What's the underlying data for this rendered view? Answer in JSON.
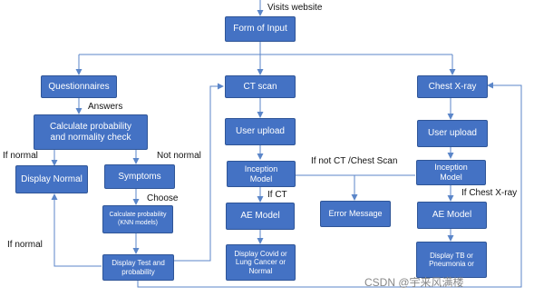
{
  "colors": {
    "box_fill": "#4472c4",
    "box_border": "#2f5597",
    "connector": "#5b86c9",
    "text": "#111111"
  },
  "boxes": {
    "form": "Form of Input",
    "questionnaires": "Questionnaires",
    "ct_scan": "CT scan",
    "chest_xray": "Chest X-ray",
    "calc_prob": "Calculate probability and normality check",
    "user_upload_ct": "User upload",
    "user_upload_xray": "User upload",
    "display_normal": "Display Normal",
    "symptoms": "Symptoms",
    "inception_ct": "Inception Model",
    "inception_xray": "Inception Model",
    "calc_knn": "Calculate probability (KNN models)",
    "ae_ct": "AE Model",
    "error_message": "Error Message",
    "ae_xray": "AE Model",
    "display_test": "Display Test and probability",
    "display_covid": "Display Covid or Lung Cancer or Normal",
    "display_tb": "Display TB or Pneumonia or"
  },
  "labels": {
    "visits": "Visits website",
    "answers": "Answers",
    "if_normal_top": "If normal",
    "not_normal": "Not normal",
    "choose": "Choose",
    "if_not_ct": "If not CT /Chest Scan",
    "if_ct": "If CT",
    "if_chest": "If Chest X-ray",
    "if_normal_bottom": "If normal"
  },
  "watermark": "CSDN @宇来风满楼"
}
